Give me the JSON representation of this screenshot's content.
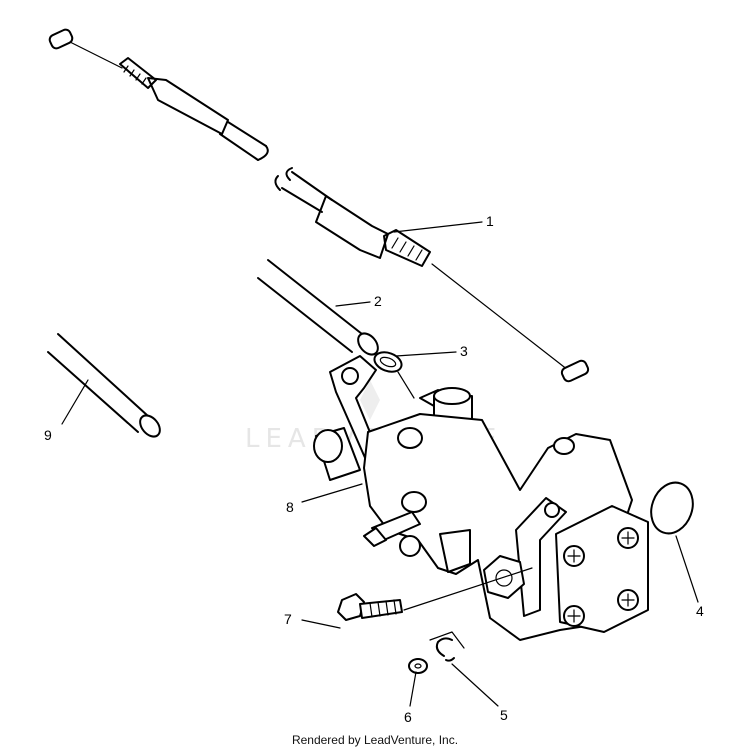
{
  "diagram": {
    "callouts": [
      {
        "id": "c1",
        "label": "1"
      },
      {
        "id": "c2",
        "label": "2"
      },
      {
        "id": "c3",
        "label": "3"
      },
      {
        "id": "c4",
        "label": "4"
      },
      {
        "id": "c5",
        "label": "5"
      },
      {
        "id": "c6",
        "label": "6"
      },
      {
        "id": "c7",
        "label": "7"
      },
      {
        "id": "c8",
        "label": "8"
      },
      {
        "id": "c9",
        "label": "9"
      }
    ],
    "watermark": "LEADVENTURE",
    "credit": "Rendered by LeadVenture, Inc."
  }
}
